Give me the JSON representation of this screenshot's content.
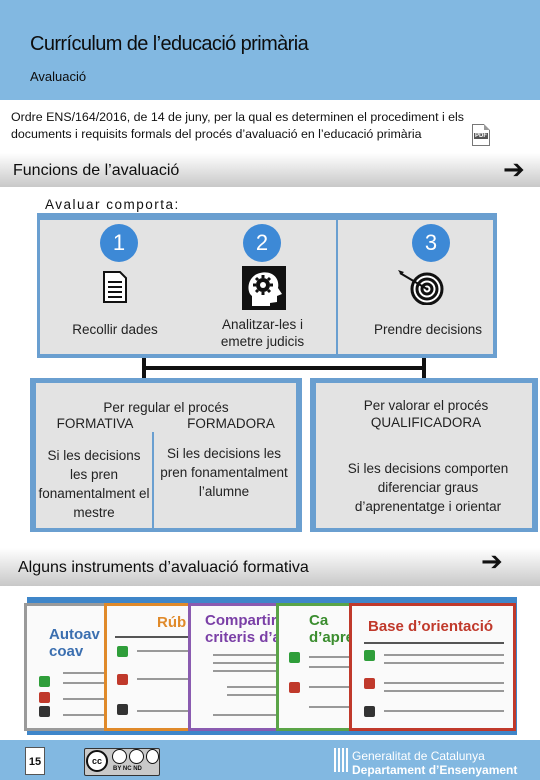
{
  "header": {
    "title": "Currículum de l’educació primària",
    "subtitle": "Avaluació"
  },
  "ordre": {
    "text": "Ordre ENS/164/2016, de 14 de juny, per la qual es determinen el procediment i els documents i requisits formals del procés d’avaluació en l’educació primària",
    "pdf_icon": "pdf-icon"
  },
  "funcions": {
    "label": "Funcions de l’avaluació",
    "arrow": "➔"
  },
  "avaluar": "Avaluar comporta:",
  "steps": [
    {
      "number": "1",
      "label": "Recollir dades",
      "icon": "document-icon"
    },
    {
      "number": "2",
      "label": "Analitzar-les i emetre judicis",
      "icon": "head-gear-icon"
    },
    {
      "number": "3",
      "label": "Prendre decisions",
      "icon": "target-icon"
    }
  ],
  "regular": {
    "title": "Per regular el procés",
    "formativa": "FORMATIVA",
    "formadora": "FORMADORA",
    "formativa_text": "Si les decisions les pren fonamentalment el mestre",
    "formadora_text": "Si les decisions les pren fonamentalment l’alumne"
  },
  "valorar": {
    "title": "Per valorar el procés",
    "qualificadora": "QUALIFICADORA",
    "text": "Si les decisions comporten diferenciar graus d’aprenentatge i orientar"
  },
  "instruments": {
    "label": "Alguns instruments d’avaluació formativa",
    "arrow": "➔",
    "cards": [
      {
        "title": "Autoav coav",
        "color": "#9a9a9a",
        "title_color": "#3b6fb0"
      },
      {
        "title": "Rúb",
        "color": "#e08a2a",
        "title_color": "#e08a2a"
      },
      {
        "title": "Compartir criteris d’a",
        "color": "#8a5bb0",
        "title_color": "#7a3fa6"
      },
      {
        "title": "Ca d’apre",
        "color": "#5aa447",
        "title_color": "#3b8d2f"
      },
      {
        "title": "Base d’orientació",
        "color": "#c0392b",
        "title_color": "#c0392b"
      }
    ]
  },
  "footer": {
    "page": "15",
    "license": "BY NC ND",
    "gen_line1": "Generalitat de Catalunya",
    "gen_line2": "Departament d’Ensenyament"
  },
  "colors": {
    "header": "#82b8e1",
    "box_blue": "#6a9fd0",
    "number_blue": "#3d89d6",
    "strip": "#3f86c9"
  }
}
